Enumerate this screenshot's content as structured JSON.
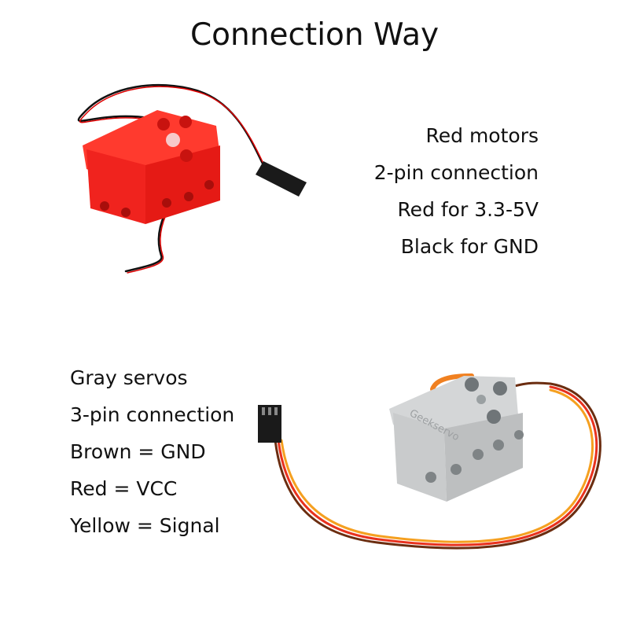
{
  "title": "Connection Way",
  "red_motor": {
    "lines": [
      "Red motors",
      "2-pin connection",
      "Red for 3.3-5V",
      "Black for GND"
    ],
    "color": "#f0231e"
  },
  "gray_servo": {
    "lines": [
      "Gray servos",
      "3-pin connection",
      "Brown = GND",
      "Red = VCC",
      "Yellow = Signal"
    ],
    "brand": "Geekservo",
    "color": "#c9cbcc"
  }
}
